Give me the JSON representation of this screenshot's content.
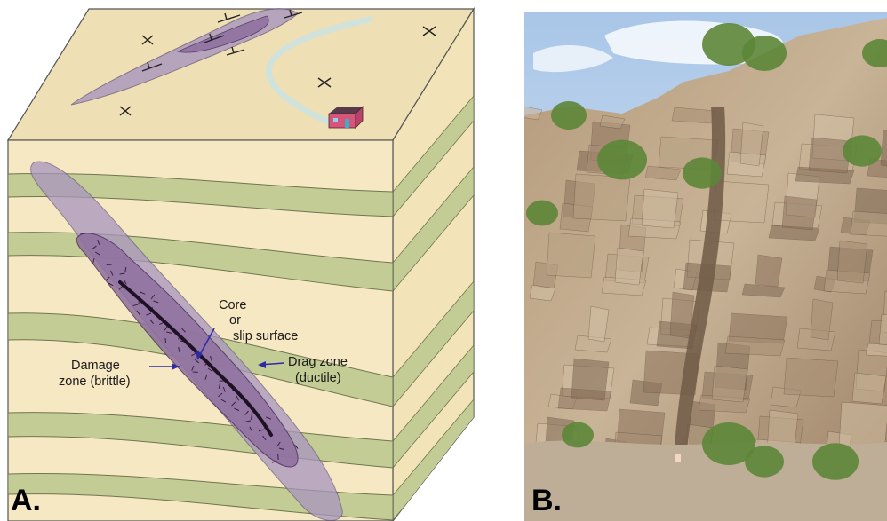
{
  "panel_a": {
    "panel_letter": "A.",
    "labels": {
      "core_line1": "Core",
      "core_line2": "or",
      "core_line3": "slip surface",
      "damage_line1": "Damage",
      "damage_line2": "zone (brittle)",
      "drag_line1": "Drag zone",
      "drag_line2": "(ductile)"
    },
    "colors": {
      "block_top": "#efdfb4",
      "block_front": "#f7e8c4",
      "block_side": "#f2e3b8",
      "stripe": "#c2cc94",
      "drag_zone": "#a895bf",
      "damage_zone": "#8f6f9e",
      "core": "#1d1124",
      "arrow": "#2d2aa8",
      "house_wall": "#d9547b",
      "house_roof": "#5a3a4a",
      "road": "#cfe3dc"
    }
  },
  "panel_b": {
    "panel_letter": "B.",
    "subject": "photo of a fault zone exposed in a rock cliff",
    "colors": {
      "sky": "#bfd5ec",
      "rock_light": "#c9b497",
      "rock_dark": "#8c735d",
      "vegetation": "#5c8637",
      "fault_band": "#6e5a46"
    }
  }
}
